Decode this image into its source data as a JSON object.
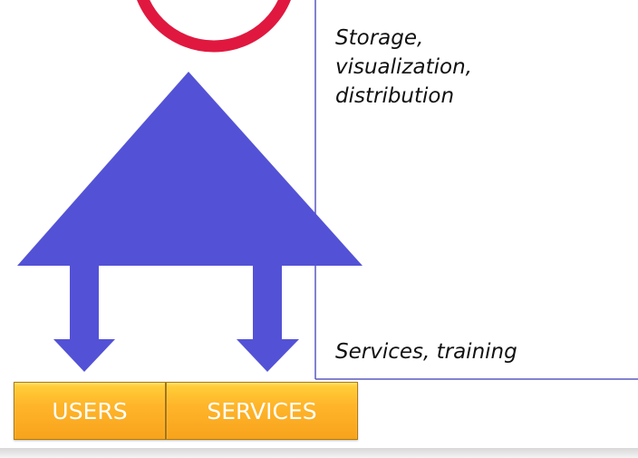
{
  "captions": {
    "storage_lines": [
      "Storage,",
      "visualization,",
      "distribution"
    ],
    "services_training": "Services, training"
  },
  "boxes": {
    "users": "USERS",
    "services": "SERVICES"
  },
  "colors": {
    "triangle_fill": "#5352d6",
    "ring_stroke": "#e0183f",
    "divider_line": "#5a58c0",
    "box_gradient_top": "#ffd23a",
    "box_gradient_bottom": "#f7a31c",
    "box_text": "#ffffff",
    "caption_text": "#111111"
  }
}
